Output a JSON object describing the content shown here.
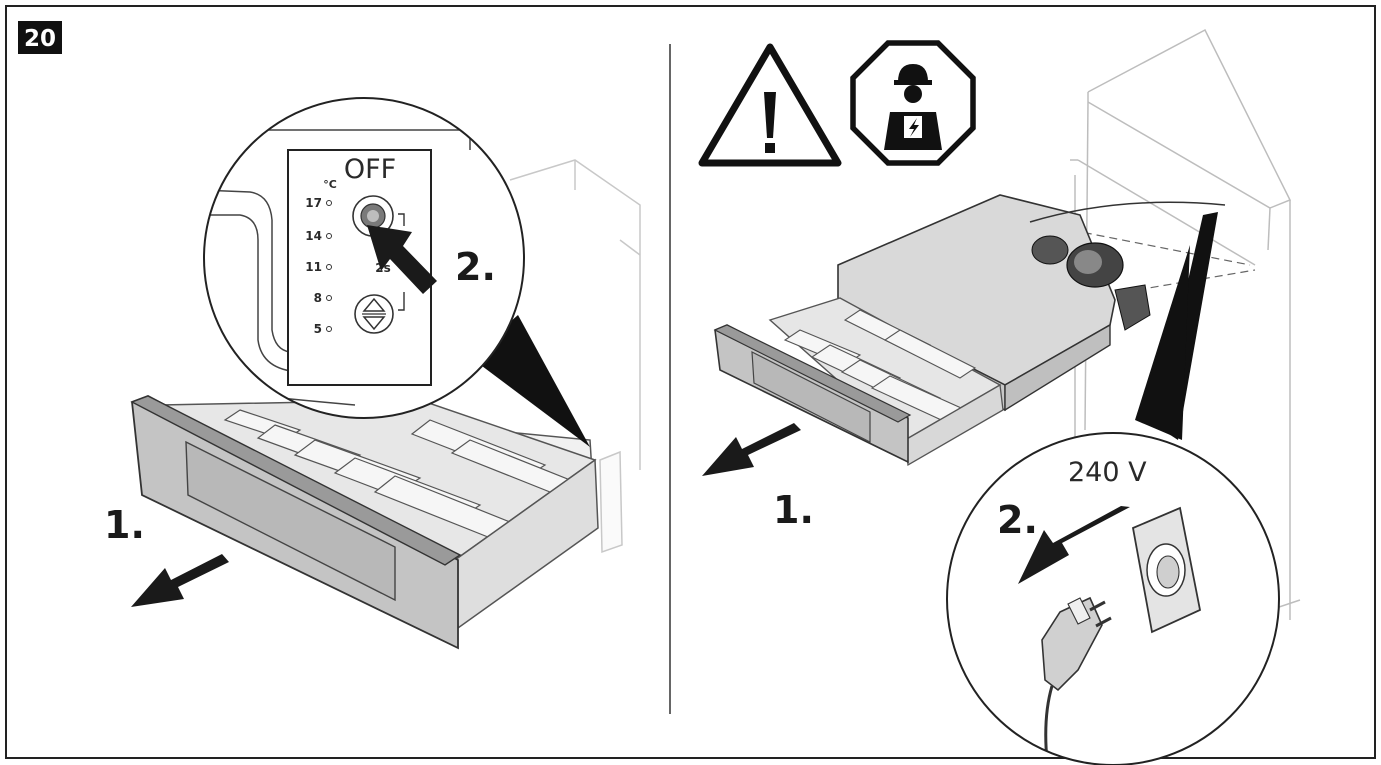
{
  "figure_number": "20",
  "left_panel": {
    "step1_label": "1.",
    "step2_label": "2.",
    "control_panel": {
      "off_label": "OFF",
      "unit_label": "°C",
      "temperatures": [
        "17",
        "14",
        "11",
        "8",
        "5"
      ],
      "button_caption": "2s"
    }
  },
  "right_panel": {
    "step1_label": "1.",
    "step2_label": "2.",
    "voltage_label": "240 V",
    "warning_icon": "warning-triangle-icon",
    "electrician_icon": "qualified-electrician-icon"
  }
}
